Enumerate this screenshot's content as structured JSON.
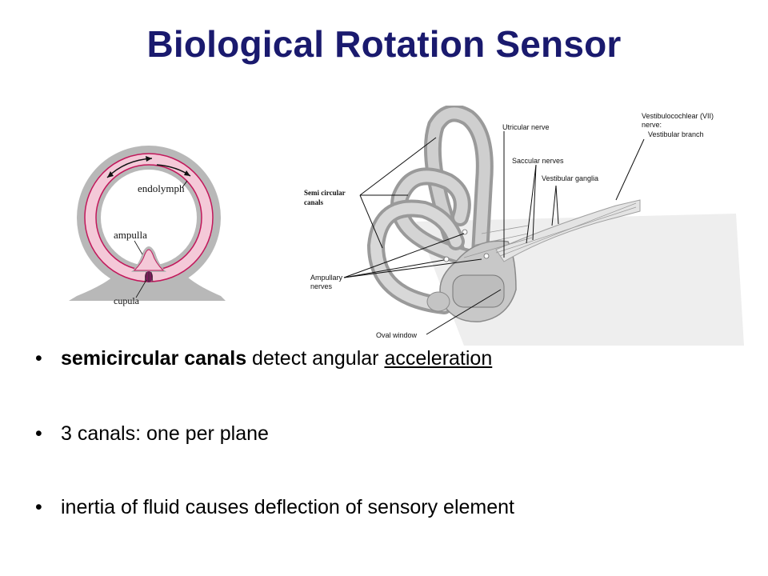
{
  "slide": {
    "title": "Biological Rotation Sensor",
    "left_figure": {
      "labels": {
        "endolymph": "endolymph",
        "ampulla": "ampulla",
        "cupula": "cupula"
      }
    },
    "right_figure": {
      "labels": {
        "utricular_nerve": "Utricular nerve",
        "vestibulocochlear_line1": "Vestibulocochlear (VII)",
        "vestibulocochlear_line2": "nerve:",
        "vestibular_branch": "Vestibular branch",
        "saccular_nerves": "Saccular nerves",
        "vestibular_ganglia": "Vestibular ganglia",
        "semi_circular_line1": "Semi circular",
        "semi_circular_line2": "canals",
        "ampullary_line1": "Ampullary",
        "ampullary_line2": "nerves",
        "oval_window": "Oval window"
      }
    },
    "bullets": [
      {
        "marker": "•",
        "bold_part": "semicircular canals",
        "middle_part": " detect angular ",
        "underlined_part": "acceleration"
      },
      {
        "marker": "•",
        "text": "3 canals: one per plane"
      },
      {
        "marker": "•",
        "text": "inertia of fluid causes deflection of sensory element"
      }
    ]
  },
  "colors": {
    "title": "#1a1a6e",
    "canal_fill": "#f4c9d8",
    "canal_border": "#c2185b",
    "bone_gray": "#b8b8b8",
    "cupula": "#7b1b5a"
  }
}
